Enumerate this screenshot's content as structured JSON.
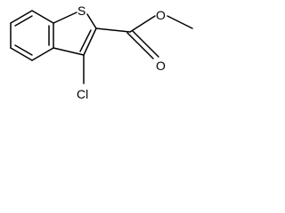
{
  "molecule": {
    "atoms": {
      "sulfur": "S",
      "carbonyl_oxygen": "O",
      "ester_oxygen": "O",
      "chlorine": "Cl"
    }
  },
  "colors": {
    "bond": "#000000",
    "background": "#ffffff"
  }
}
